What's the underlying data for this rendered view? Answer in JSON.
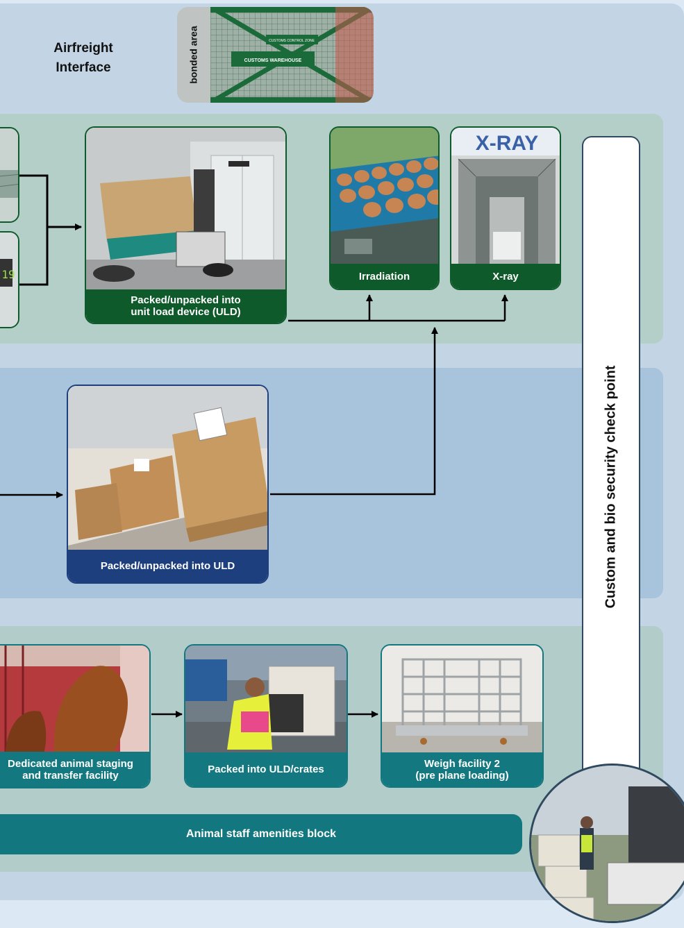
{
  "airfreight": {
    "title": "Airfreight Interface"
  },
  "bonded": {
    "label": "bonded area",
    "sign_top": "CUSTOMS CONTROL ZONE",
    "sign_main": "CUSTOMS WAREHOUSE"
  },
  "green_section": {
    "uld_card": {
      "label_line1": "Packed/unpacked into",
      "label_line2": "unit load device (ULD)"
    },
    "irradiation": {
      "label": "Irradiation"
    },
    "xray": {
      "label": "X-ray",
      "sign": "X-RAY"
    },
    "scale_readout": "19"
  },
  "blue_section": {
    "uld_card": {
      "label": "Packed/unpacked into ULD"
    }
  },
  "teal_section": {
    "staging": {
      "label_line1": "Dedicated animal staging",
      "label_line2": "and transfer facility"
    },
    "crates": {
      "label": "Packed into ULD/crates"
    },
    "weigh": {
      "label_line1": "Weigh facility 2",
      "label_line2": "(pre plane loading)"
    },
    "amenities": {
      "label": "Animal staff amenities block"
    }
  },
  "checkpoint": {
    "label": "Custom and bio security check point"
  },
  "colors": {
    "green": "#0f5a2a",
    "navy": "#1d3f7e",
    "teal": "#13787f",
    "checkpoint_border": "#2f4a5f"
  }
}
